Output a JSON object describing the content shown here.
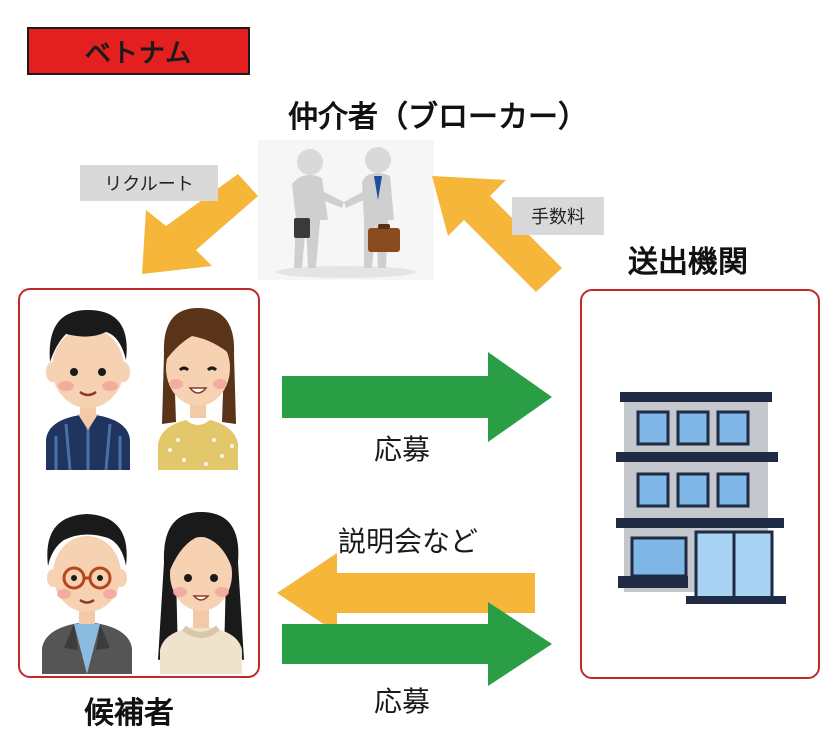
{
  "country_tag": "ベトナム",
  "broker_title": "仲介者（ブローカー）",
  "recruit_label": "リクルート",
  "fee_label": "手数料",
  "agency_title": "送出機関",
  "candidates_title": "候補者",
  "apply_label_top": "応募",
  "info_session_label": "説明会など",
  "apply_label_bottom": "応募",
  "colors": {
    "tag_red": "#e41f1f",
    "arrow_yellow": "#f5b63a",
    "arrow_green": "#2a9e45",
    "panel_border": "#c0282a"
  }
}
